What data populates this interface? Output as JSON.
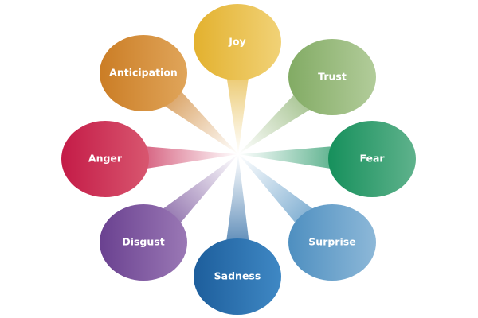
{
  "title": "Wheel of emotions",
  "emotions": [
    {
      "label": "Joy",
      "color": "#e3b12e",
      "light": "#f1d277"
    },
    {
      "label": "Trust",
      "color": "#82ab64",
      "light": "#b2cc9a"
    },
    {
      "label": "Fear",
      "color": "#16905c",
      "light": "#5fb28c"
    },
    {
      "label": "Surprise",
      "color": "#4e8fc0",
      "light": "#8db8d8"
    },
    {
      "label": "Sadness",
      "color": "#1d5e9c",
      "light": "#3f88c4"
    },
    {
      "label": "Disgust",
      "color": "#6a4190",
      "light": "#9a78b5"
    },
    {
      "label": "Anger",
      "color": "#c41b47",
      "light": "#d8566f"
    },
    {
      "label": "Anticipation",
      "color": "#cb7d25",
      "light": "#e0a55a"
    }
  ]
}
